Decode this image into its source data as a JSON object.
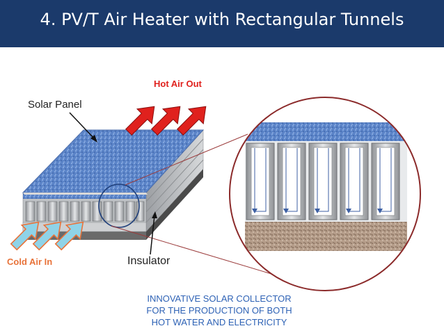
{
  "title": "4. PV/T Air Heater with Rectangular Tunnels",
  "labels": {
    "solar_panel": "Solar Panel",
    "hot_air_out": "Hot Air Out",
    "cold_air_in": "Cold Air In",
    "insulator": "Insulator"
  },
  "caption": [
    "INNOVATIVE SOLAR COLLECTOR",
    "FOR THE PRODUCTION OF BOTH",
    "HOT WATER AND ELECTRICITY"
  ],
  "colors": {
    "title_bg": "#1b3a6b",
    "hot_air": "#e0211d",
    "cold_air": "#e8733a",
    "cold_arrow": "#8fd3e8",
    "panel_blue": "#5b84c8",
    "insulator": "#b59d8a",
    "tunnel_gray": "#a7aaae",
    "magnifier_ring": "#8b2a2a",
    "caption_text": "#2e62b5"
  },
  "icons": [
    "hot-air-arrow-icon",
    "cold-air-arrow-icon",
    "magnifier-icon"
  ]
}
